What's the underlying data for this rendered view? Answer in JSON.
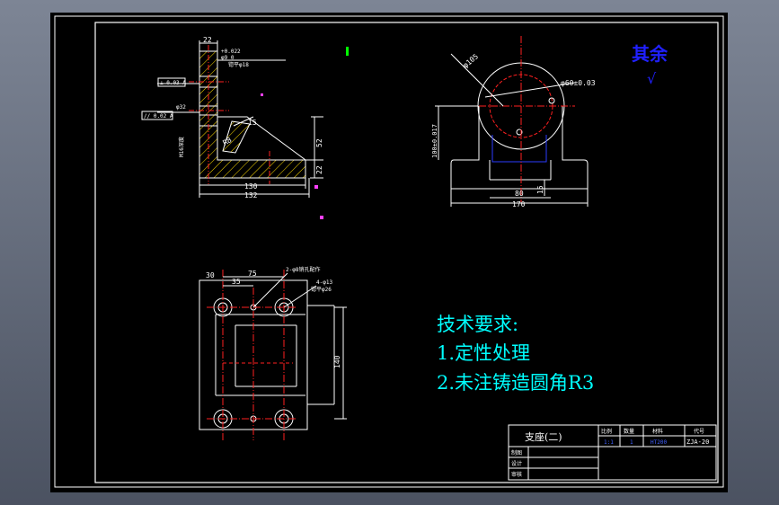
{
  "colors": {
    "background": "#000000",
    "frame": "#ffffff",
    "outline": "#ffffff",
    "centerline": "#ff2020",
    "dimension": "#ffffff",
    "hatch": "#ffdc00",
    "hidden": "#2b3cff",
    "notes": "#00ffff",
    "stamp": "#2020ff",
    "magenta": "#ff40ff",
    "green": "#00ff00"
  },
  "stamp": {
    "text": "其余",
    "mark": "√"
  },
  "side_view": {
    "dims": {
      "top_width": "22",
      "hole_tol": "+0.022",
      "hole_dia": "φ9 0",
      "counterbore": "锪平φ18",
      "perp_tol": "⊥ 0.03 A",
      "hole_dia2": "φ32",
      "parallel_tol": "// 0.02 A",
      "thread": "M16深度",
      "angle": "15",
      "radius": "R8",
      "height": "52",
      "base_thk": "22",
      "len1": "130",
      "len2": "132"
    }
  },
  "front_view": {
    "dims": {
      "big_dia": "φ105",
      "bore": "φ60±0.03",
      "center_height": "100±0.017",
      "inner_width": "80",
      "base_step": "15",
      "total_width": "170"
    }
  },
  "top_view": {
    "dims": {
      "d30": "30",
      "d35": "35",
      "d75": "75",
      "pin_holes": "2-φ8销孔配作",
      "bolt_holes": "4-φ13",
      "spotface": "锪平φ26",
      "length": "140"
    }
  },
  "notes": {
    "title": "技术要求:",
    "items": [
      "1.定性处理",
      "2.未注铸造圆角R3"
    ]
  },
  "title_block": {
    "part_name": "支座(二)",
    "scale_label": "比例",
    "qty_label": "数量",
    "material_label": "材料",
    "code_label": "代号",
    "scale_value": "1:1",
    "qty_value": "1",
    "material_value": "HT200",
    "code_value": "ZJA-20",
    "row_labels": [
      "制图",
      "设计",
      "审核"
    ]
  }
}
